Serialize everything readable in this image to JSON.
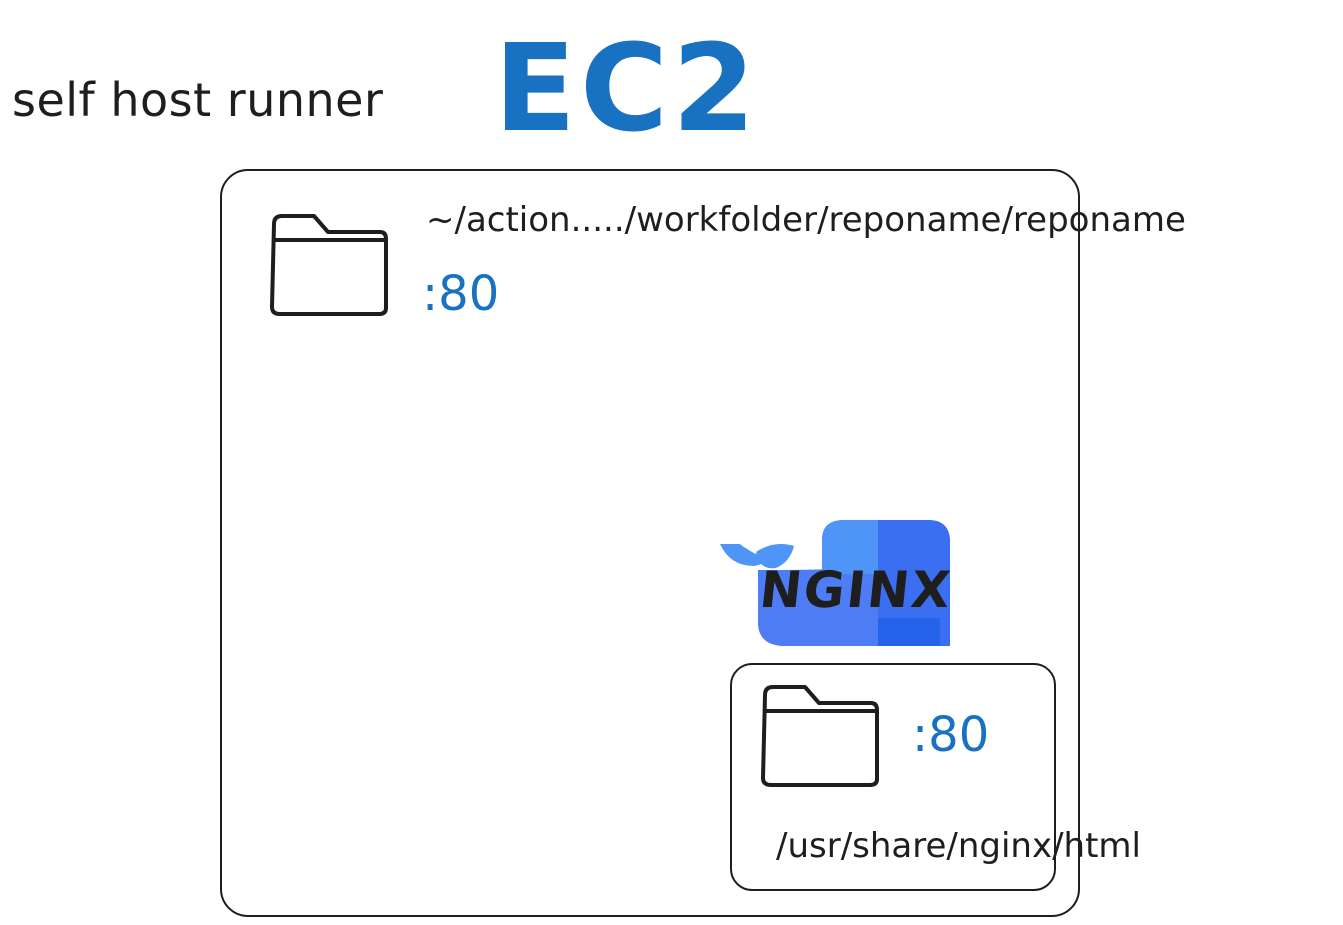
{
  "diagram": {
    "header": {
      "runner_label": "self host runner",
      "server_label": "EC2"
    },
    "host": {
      "path": "~/action...../workfolder/reponame/reponame",
      "port": ":80"
    },
    "container": {
      "image_label": "NGINX",
      "path": "/usr/share/nginx/html",
      "port": ":80"
    },
    "colors": {
      "accent": "#1971c2",
      "stroke": "#1e1e1e",
      "docker_light": "#4f95f7",
      "docker_mid": "#4d7cf5",
      "docker_dark": "#2563eb"
    },
    "icons": {
      "folder": "folder-icon",
      "docker": "docker-whale-icon"
    }
  }
}
